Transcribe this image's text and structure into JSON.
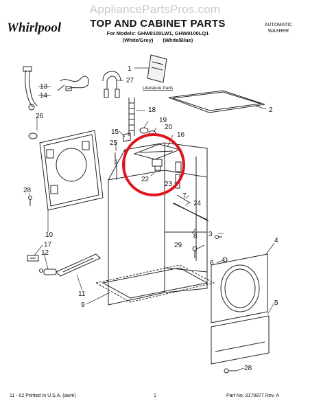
{
  "watermark": "AppliancePartsPros.com",
  "header": {
    "brand": "Whirlpool",
    "title": "TOP AND CABINET PARTS",
    "models_line": "For Models: GHW9100LW1, GHW9100LQ1",
    "variant_1": "(White/Grey)",
    "variant_2": "(White/Blue)",
    "product_type_line1": "AUTOMATIC",
    "product_type_line2": "WASHER"
  },
  "diagram": {
    "literature_label": "Literature Parts",
    "highlight_color": "#e0141c",
    "callouts": [
      "1",
      "2",
      "3",
      "4",
      "5",
      "6",
      "7",
      "8",
      "9",
      "10",
      "11",
      "12",
      "13",
      "14",
      "15",
      "16",
      "17",
      "18",
      "19",
      "20",
      "22",
      "23",
      "24",
      "25",
      "26",
      "27",
      "28",
      "28",
      "29"
    ]
  },
  "footer": {
    "left": "11 - 02 Printed In U.S.A. (awm)",
    "page": "1",
    "part_no": "Part No. 8179877 Rev. A"
  }
}
